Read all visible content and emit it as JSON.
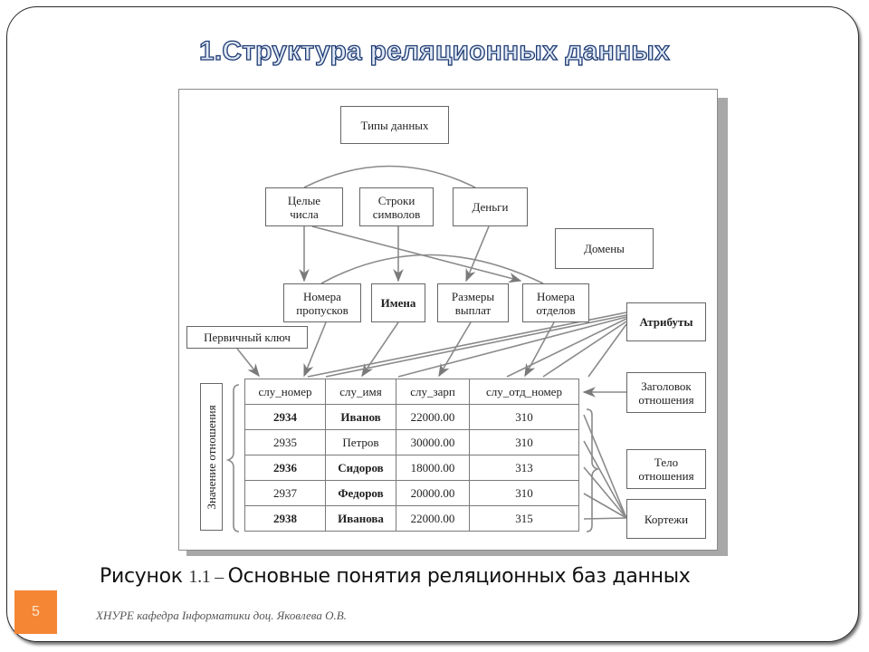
{
  "slide": {
    "title": "1.Структура реляционных данных",
    "page_number": "5",
    "footer": "ХНУРЕ кафедра Інформатики доц. Яковлева О.В.",
    "caption": {
      "prefix": "Рисунок ",
      "number": "1.1 – ",
      "text": "Основные понятия реляционных баз данных"
    },
    "accent_color": "#f58634",
    "title_color": "#1f3b73"
  },
  "diagram": {
    "data_types": "Типы данных",
    "types": [
      "Целые\nчисла",
      "Строки\nсимволов",
      "Деньги"
    ],
    "domains_label": "Домены",
    "domains": [
      "Номера\nпропусков",
      "Имена",
      "Размеры\nвыплат",
      "Номера\nотделов"
    ],
    "primary_key": "Первичный ключ",
    "attributes": "Атрибуты",
    "relation_header": "Заголовок\nотношения",
    "relation_body": "Тело\nотношения",
    "tuples": "Кортежи",
    "relation_value": "Значение отношения",
    "table": {
      "columns": [
        "слу_номер",
        "слу_имя",
        "слу_зарп",
        "слу_отд_номер"
      ],
      "rows": [
        [
          "2934",
          "Иванов",
          "22000.00",
          "310"
        ],
        [
          "2935",
          "Петров",
          "30000.00",
          "310"
        ],
        [
          "2936",
          "Сидоров",
          "18000.00",
          "313"
        ],
        [
          "2937",
          "Федоров",
          "20000.00",
          "310"
        ],
        [
          "2938",
          "Иванова",
          "22000.00",
          "315"
        ]
      ]
    }
  }
}
